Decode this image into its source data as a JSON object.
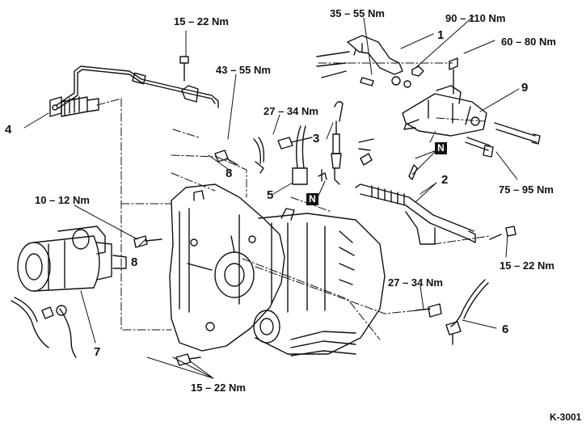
{
  "torque_labels": {
    "t1": "15 – 22 Nm",
    "t2": "35 – 55 Nm",
    "t3": "90 – 110 Nm",
    "t4": "60 – 80 Nm",
    "t5": "43 – 55 Nm",
    "t6": "27 – 34 Nm",
    "t7": "10 – 12 Nm",
    "t8": "75 – 95 Nm",
    "t9": "15 – 22 Nm",
    "t10": "27 – 34 Nm",
    "t11": "15 – 22 Nm"
  },
  "part_numbers": {
    "p1": "1",
    "p2": "2",
    "p3": "3",
    "p4": "4",
    "p5": "5",
    "p6": "6",
    "p7": "7",
    "p8a": "8",
    "p8b": "8",
    "p9": "9"
  },
  "markers": {
    "n1": "N",
    "n2": "N"
  },
  "figure_code": "K-3001",
  "colors": {
    "ink": "#111111",
    "paper": "#ffffff"
  }
}
